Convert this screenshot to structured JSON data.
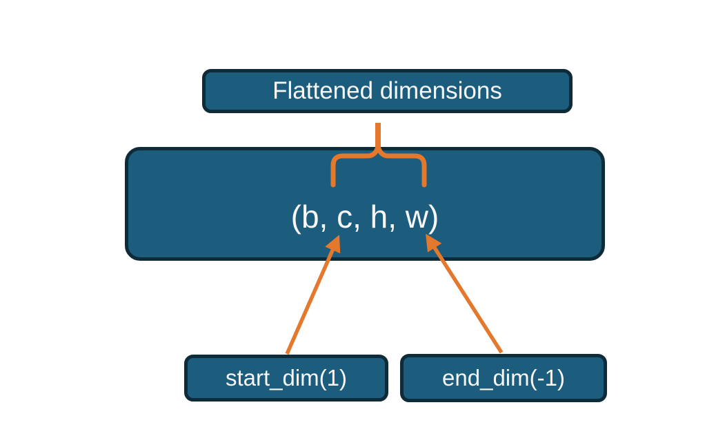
{
  "diagram": {
    "background_color": "#ffffff",
    "colors": {
      "node_fill": "#1c5d7d",
      "node_border": "#0d2b39",
      "connector_orange": "#e4782c",
      "node_text": "#f7f7f7"
    },
    "nodes": [
      {
        "id": "flattened-dimensions",
        "label": "Flattened dimensions"
      },
      {
        "id": "tensor-shape",
        "label": "(b, c, h, w)"
      },
      {
        "id": "start-dim",
        "label": "start_dim(1)"
      },
      {
        "id": "end-dim",
        "label": "end_dim(-1)"
      }
    ],
    "connectors": [
      {
        "id": "brace-connector",
        "type": "brace",
        "from": "flattened-dimensions",
        "spans": "c, h, w"
      },
      {
        "id": "start-dim-arrow",
        "type": "arrow",
        "from": "start-dim",
        "to": "tensor-shape dimension c"
      },
      {
        "id": "end-dim-arrow",
        "type": "arrow",
        "from": "end-dim",
        "to": "tensor-shape dimension w"
      }
    ]
  }
}
